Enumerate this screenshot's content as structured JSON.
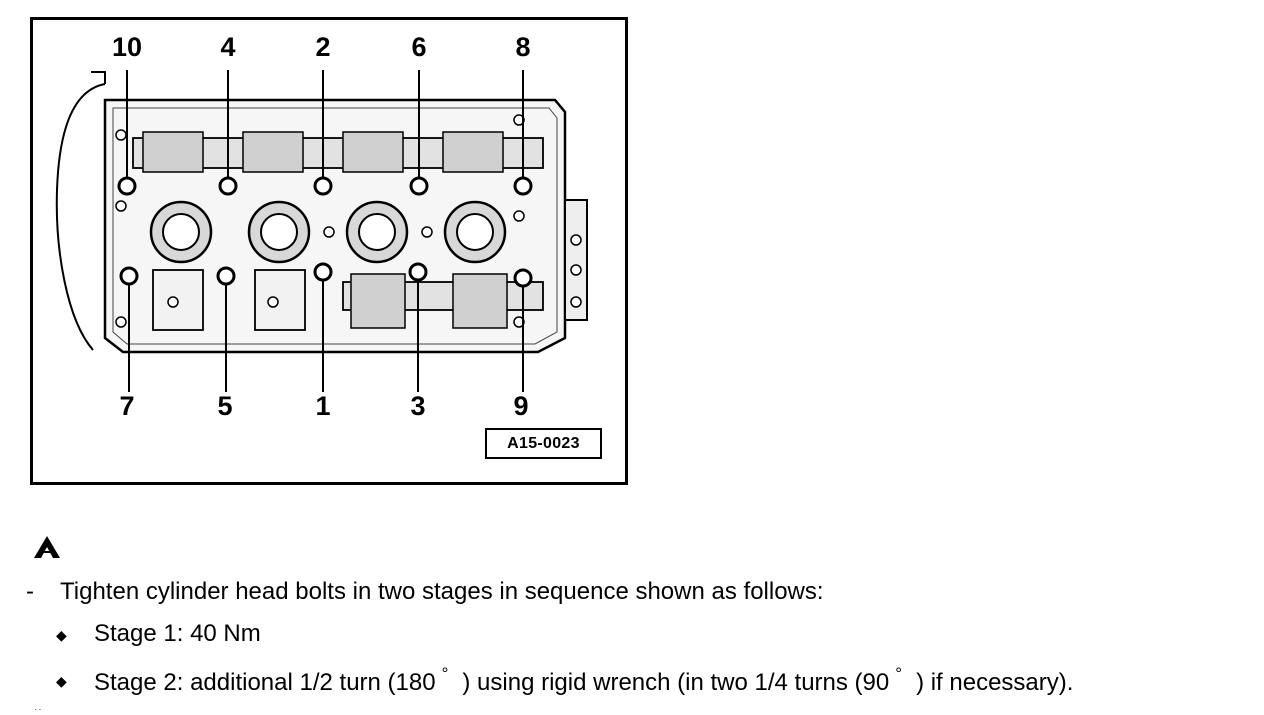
{
  "figure": {
    "id_label": "A15-0023",
    "top_sequence": [
      "10",
      "4",
      "2",
      "6",
      "8"
    ],
    "bottom_sequence": [
      "7",
      "5",
      "1",
      "3",
      "9"
    ]
  },
  "instruction": {
    "dash": "-",
    "text": "Tighten cylinder head bolts in two stages in sequence shown as follows:",
    "stage_1": "Stage 1: 40 Nm",
    "stage_2": {
      "part_a": "Stage 2: additional 1/2 turn (180",
      "degree_1": "°",
      "part_b": ") using rigid wrench (in two 1/4 turns (90",
      "degree_2": "°",
      "part_c": ") if necessary)."
    },
    "bullet_glyph": "◆",
    "caution_icon": "caution-triangle-icon",
    "trailing_text": "··"
  }
}
